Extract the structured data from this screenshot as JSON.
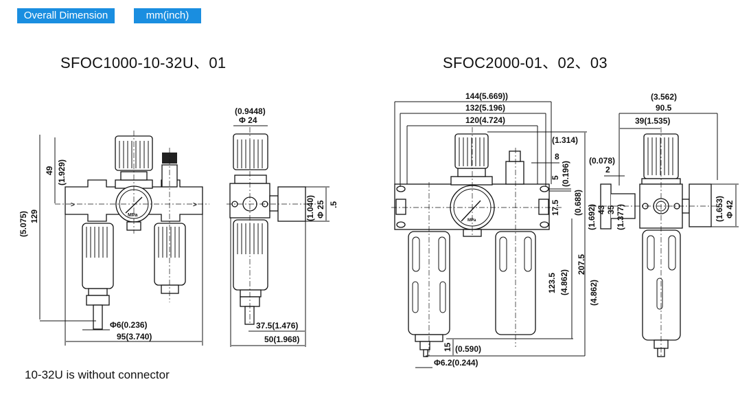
{
  "header": {
    "section_label": "Overall Dimension",
    "unit_label": "mm(inch)",
    "accent_color": "#1a8ee0"
  },
  "left_model": {
    "title": "SFOC1000-10-32U、01",
    "gauge_unit": "MPa",
    "dims": {
      "height_total": "129",
      "height_total_in": "(5.075)",
      "height_upper": "49",
      "height_upper_in": "(1.929)",
      "drain_dia": "Φ6(0.236)",
      "width": "95(3.740)",
      "knob_dia_in": "(0.9448)",
      "knob_dia": "Φ 24",
      "gauge_dia_in": "(1.040)",
      "gauge_dia": "Φ 25",
      "gauge_offset": ".5",
      "depth_1": "37.5(1.476)",
      "depth_2": "50(1.968)"
    }
  },
  "right_model": {
    "title": "SFOC2000-01、02、03",
    "gauge_unit": "MPa",
    "dims": {
      "width_1": "144(5.669))",
      "width_2": "132(5.196)",
      "width_3": "120(4.724)",
      "d8_in": "(1.314)",
      "d8": "8",
      "d5": "5",
      "d5_in": "(0.196)",
      "d17": "17.5",
      "d17_in": "(0.688)",
      "h_total": "207.5",
      "h_total_in": "(4.862)",
      "h_lower": "123.5",
      "h_lower_in": "(4.862)",
      "drain_h": "15",
      "drain_h_in": "(0.590)",
      "drain_dia": "Φ6.2(0.244)",
      "side_total_in": "(3.562)",
      "side_total": "90.5",
      "side_half": "39(1.535)",
      "bracket_t_in": "(0.078)",
      "bracket_t": "2",
      "bracket_h_in": "(1.692)",
      "bracket_h": "43",
      "bracket_hole": "35",
      "bracket_hole_in": "(1.377)",
      "gauge_dia_in": "(1.653)",
      "gauge_dia": "Φ 42"
    }
  },
  "footnote": "10-32U is without connector"
}
